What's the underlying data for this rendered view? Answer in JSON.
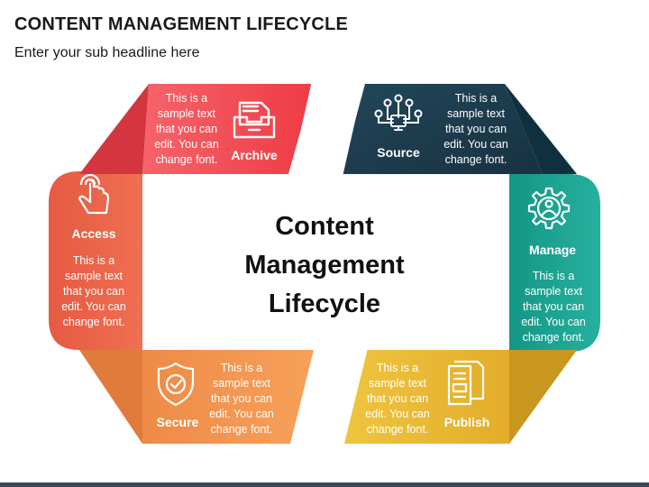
{
  "header": {
    "title": "CONTENT MANAGEMENT LIFECYCLE",
    "subtitle": "Enter your sub headline here"
  },
  "center": {
    "title_lines": [
      "Content",
      "Management",
      "Lifecycle"
    ]
  },
  "steps": [
    {
      "label": "Archive",
      "text": "This is a sample text that you can edit. You can change font.",
      "color": "#f04a4f",
      "icon": "archive-icon"
    },
    {
      "label": "Source",
      "text": "This is a sample text that you can edit. You can change font.",
      "color": "#1c3c4d",
      "icon": "source-network-icon"
    },
    {
      "label": "Manage",
      "text": "This is a sample text that you can edit. You can change font.",
      "color": "#1a9b8a",
      "icon": "manage-gear-icon"
    },
    {
      "label": "Publish",
      "text": "This is a sample text that you can edit. You can change font.",
      "color": "#e9b933",
      "icon": "publish-document-icon"
    },
    {
      "label": "Secure",
      "text": "This is a sample text that you can edit. You can change font.",
      "color": "#f1934e",
      "icon": "secure-shield-icon"
    },
    {
      "label": "Access",
      "text": "This is a sample text that you can edit. You can change font.",
      "color": "#ea6047",
      "icon": "access-touch-icon"
    }
  ]
}
